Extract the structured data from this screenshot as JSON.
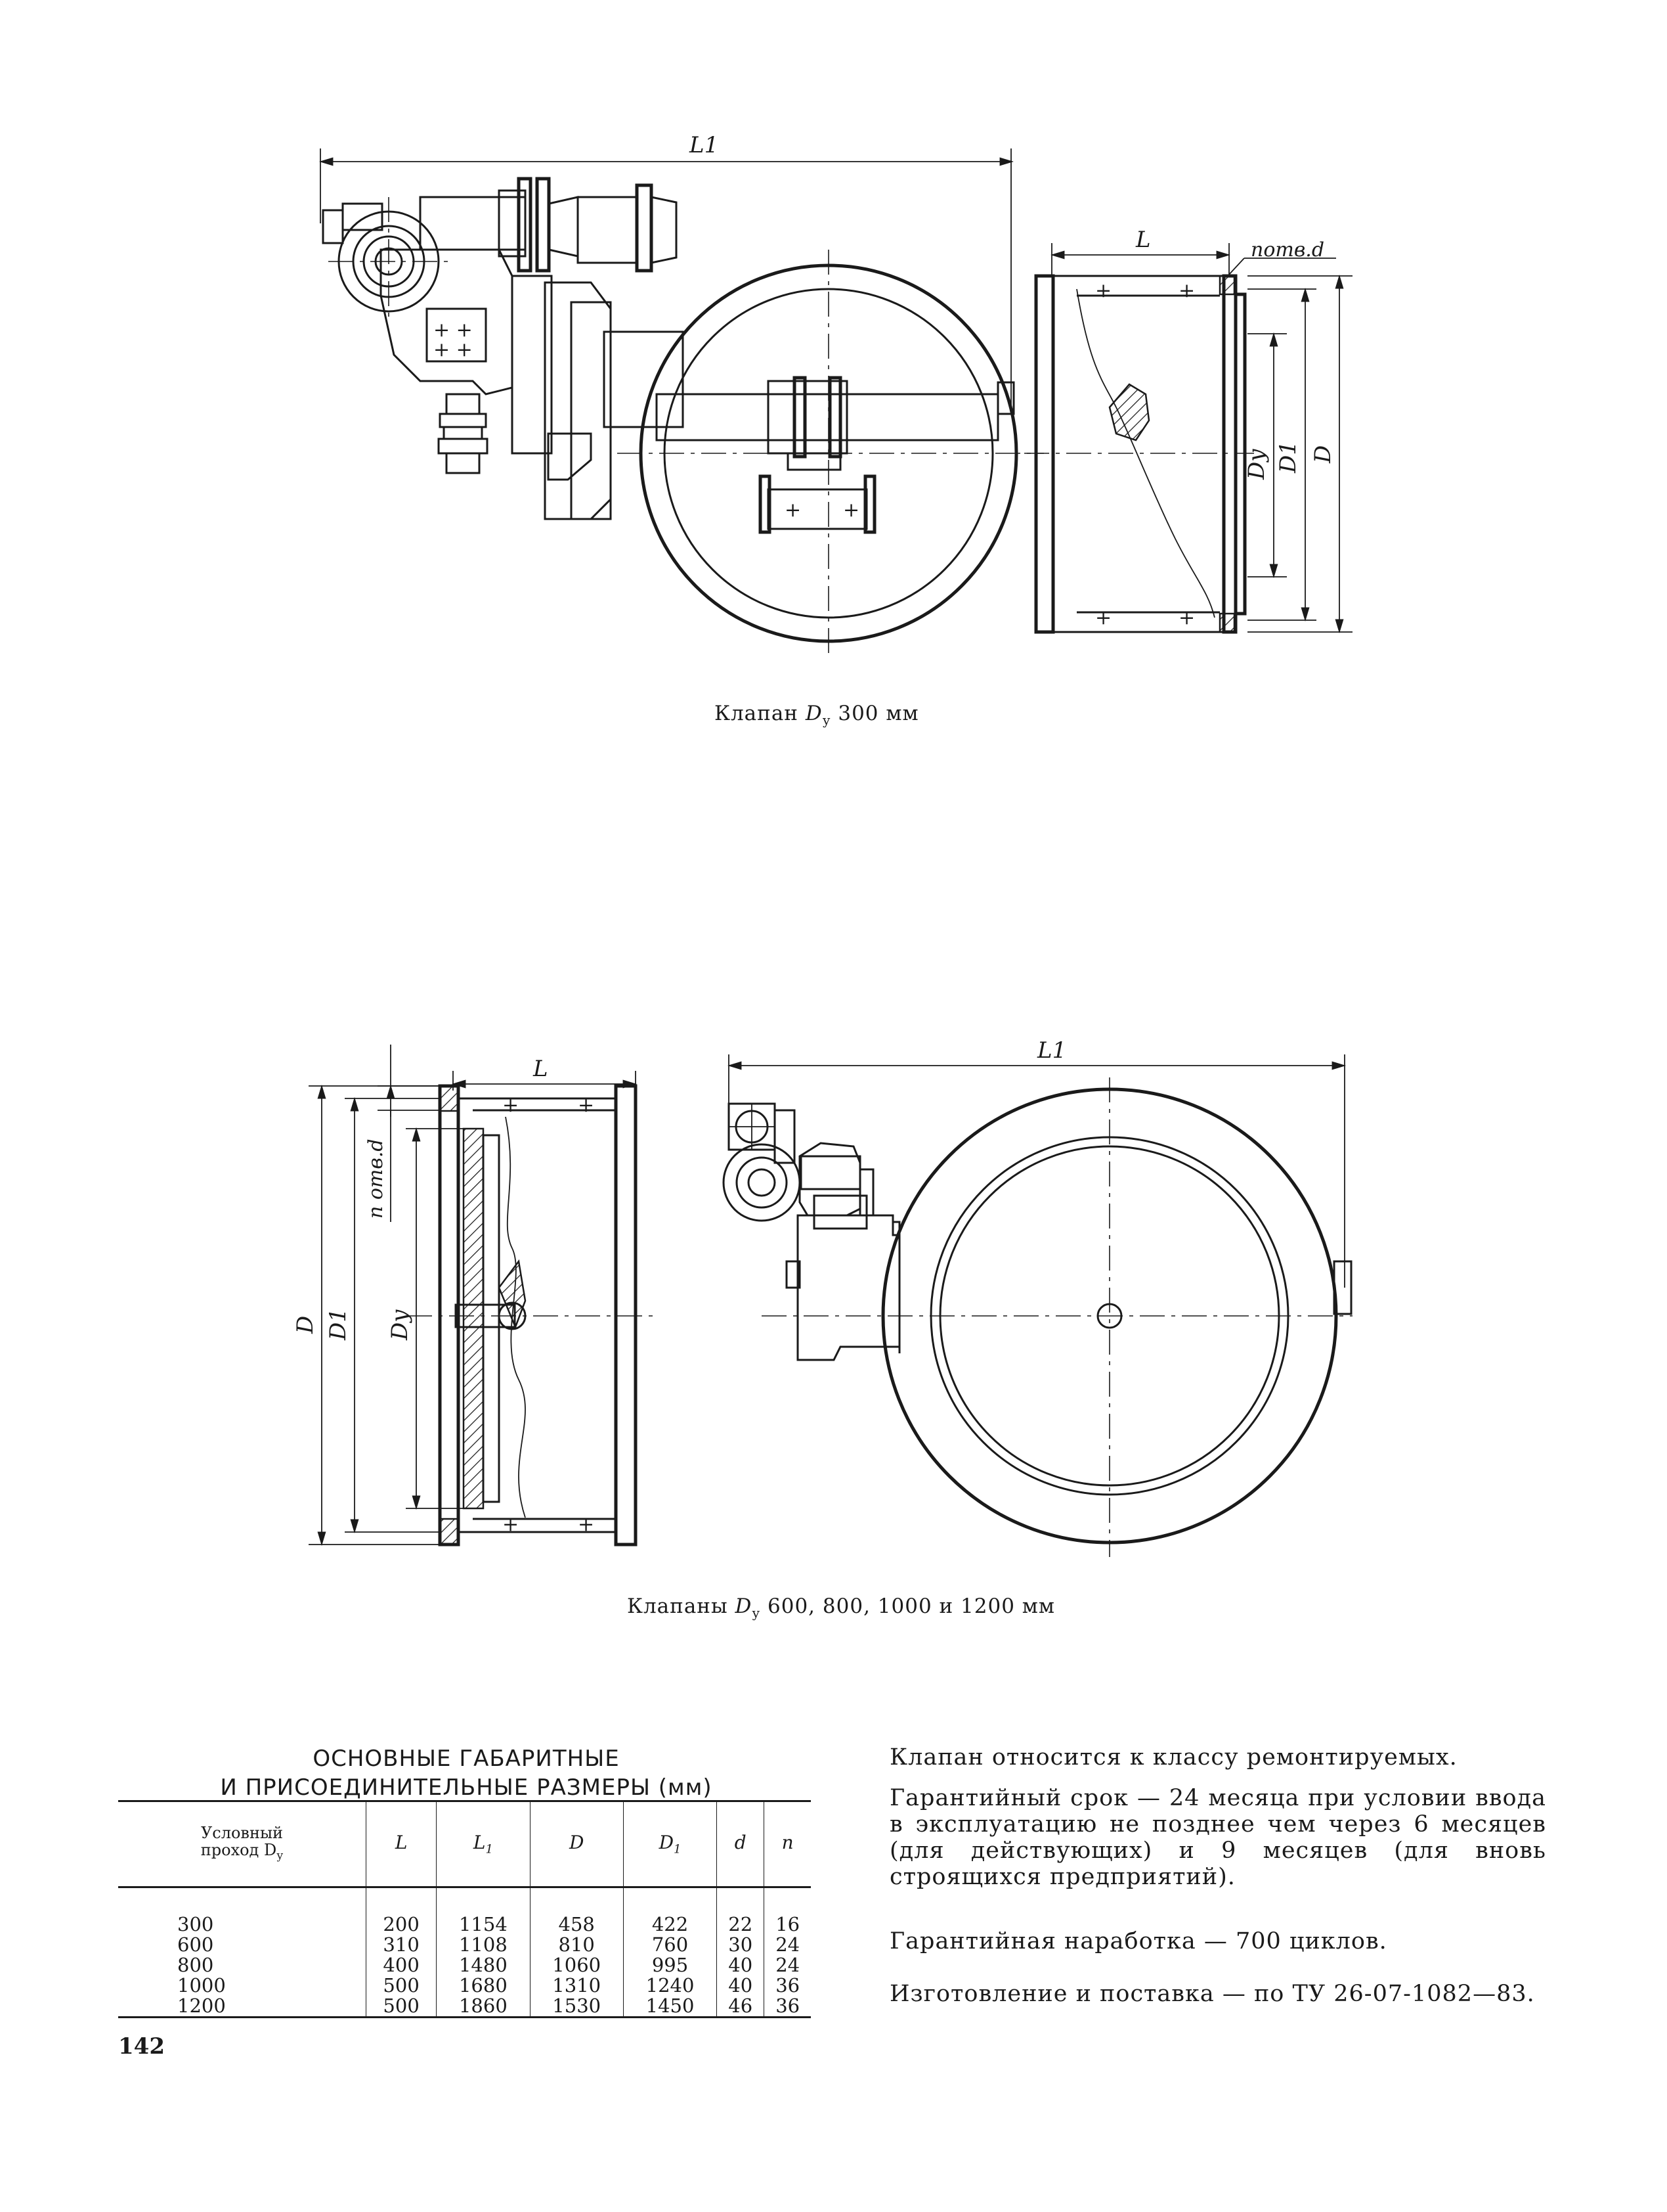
{
  "figure1": {
    "caption_prefix": "Клапан",
    "caption_symbol": "D",
    "caption_sub": "у",
    "caption_suffix": "300 мм",
    "labels": {
      "L1": "L1",
      "L": "L",
      "hole": "потв.d",
      "Dy": "Dy",
      "D1": "D1",
      "D": "D"
    }
  },
  "figure2": {
    "caption_prefix": "Клапаны",
    "caption_symbol": "D",
    "caption_sub": "у",
    "caption_suffix": "600, 800, 1000 и 1200 мм",
    "labels": {
      "L1": "L1",
      "L": "L",
      "hole": "n отв.d",
      "Dy": "Dy",
      "D1": "D1",
      "D": "D"
    }
  },
  "table": {
    "title_line1": "ОСНОВНЫЕ ГАБАРИТНЫЕ",
    "title_line2": "И ПРИСОЕДИНИТЕЛЬНЫЕ РАЗМЕРЫ (мм)",
    "header_first_line1": "Условный",
    "header_first_line2": "проход D",
    "header_first_sub": "у",
    "headers": [
      "L",
      "L",
      "D",
      "D",
      "d",
      "n"
    ],
    "header_subs": [
      "",
      "1",
      "",
      "1",
      "",
      ""
    ],
    "rows": [
      [
        "300",
        "200",
        "1154",
        "458",
        "422",
        "22",
        "16"
      ],
      [
        "600",
        "310",
        "1108",
        "810",
        "760",
        "30",
        "24"
      ],
      [
        "800",
        "400",
        "1480",
        "1060",
        "995",
        "40",
        "24"
      ],
      [
        "1000",
        "500",
        "1680",
        "1310",
        "1240",
        "40",
        "36"
      ],
      [
        "1200",
        "500",
        "1860",
        "1530",
        "1450",
        "46",
        "36"
      ]
    ]
  },
  "text": {
    "p1": "Клапан относится к классу ремонтируемых.",
    "p2": "Гарантийный срок — 24 месяца при условии ввода в эксплуатацию не позднее чем через 6 месяцев (для действующих) и 9 месяцев (для вновь строящихся предприятий).",
    "p3": "Гарантийная наработка — 700 циклов.",
    "p4": "Изготовление и поставка — по ТУ 26-07-1082—83."
  },
  "page_number": "142"
}
